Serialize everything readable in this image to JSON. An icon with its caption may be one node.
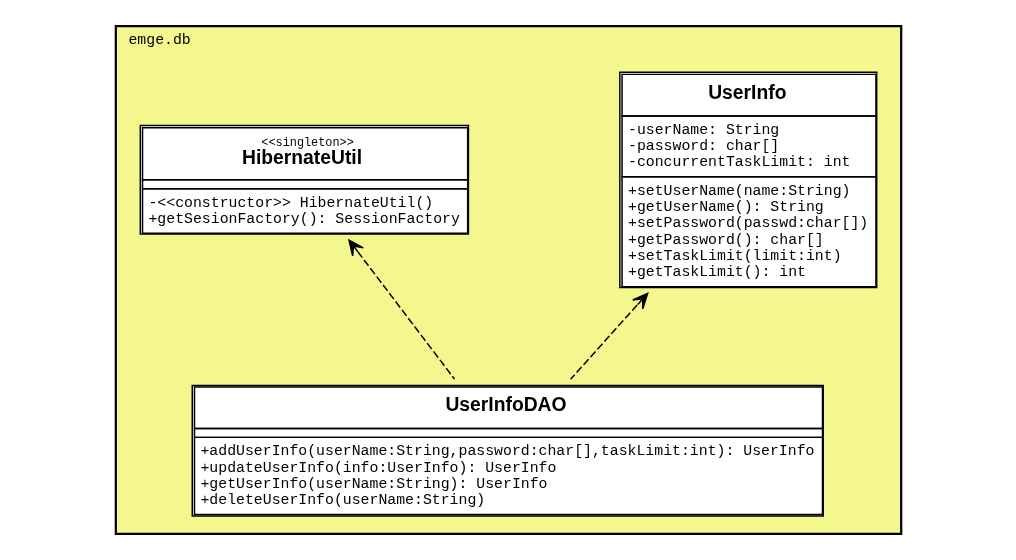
{
  "diagram": {
    "nodes": [
      {
        "text": [
          "emge.db"
        ]
      },
      {
        "text": [
          "UserInfo",
          "-userName: String",
          "-password: char[]",
          "-concurrentTaskLimit: int",
          "+setUserName(name:String)",
          "+getUserName(): String",
          "+setPassword(passwd:char[])",
          "+getPassword(): char[]",
          "+setTaskLimit(limit:int)",
          "+getTaskLimit(): int"
        ],
        "in": 0
      },
      {
        "text": [
          "<<singleton>>",
          "HibernateUtil",
          "-<<constructor>> HibernateUtil()",
          "+getSesionFactory(): SessionFactory"
        ],
        "in": 0
      },
      {
        "text": [
          "UserInfoDAO",
          "+addUserInfo(userName:String,password:char[],taskLimit:int): UserInfo",
          "+updateUserInfo(info:UserInfo): UserInfo",
          "+getUserInfo(userName:String): UserInfo",
          "+deleteUserInfo(userName:String)"
        ],
        "in": 0
      }
    ],
    "edges": [
      {
        "from": 3,
        "to": 1,
        "arrow": "to",
        "style": "dashed"
      },
      {
        "from": 3,
        "to": 2,
        "arrow": "to",
        "style": "dashed"
      }
    ]
  }
}
